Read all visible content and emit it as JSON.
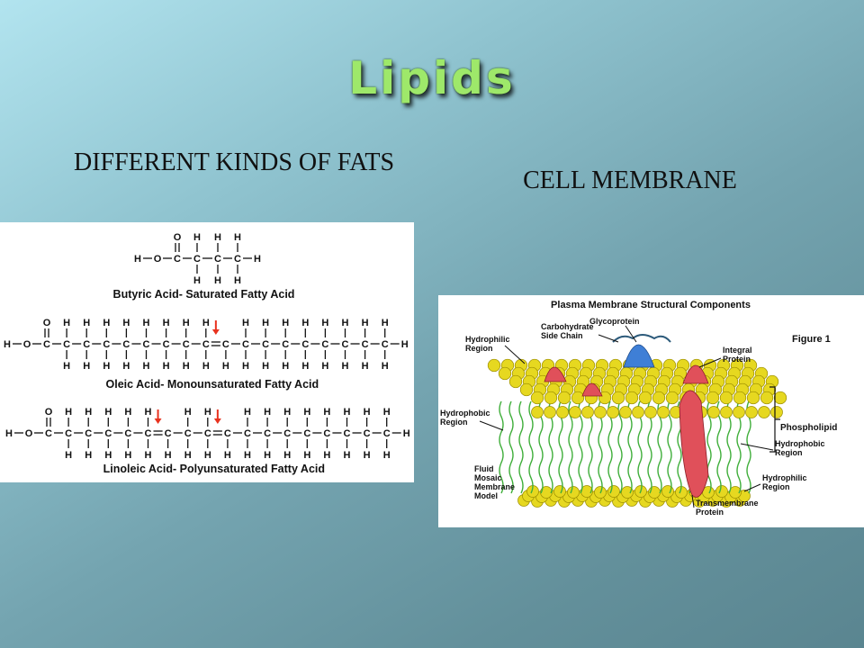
{
  "slide": {
    "title": "Lipids",
    "left_heading": "DIFFERENT KINDS OF FATS",
    "right_heading": "CELL MEMBRANE"
  },
  "fatty_acids": {
    "butyric": {
      "caption": "Butyric Acid- Saturated Fatty Acid"
    },
    "oleic": {
      "caption": "Oleic Acid- Monounsaturated Fatty Acid"
    },
    "linoleic": {
      "caption": "Linoleic Acid- Polyunsaturated Fatty Acid"
    },
    "atoms": {
      "carbon": "C",
      "hydrogen": "H",
      "oxygen": "O"
    }
  },
  "membrane": {
    "title": "Plasma Membrane Structural Components",
    "figure": "Figure 1",
    "labels": {
      "glycoprotein": "Glycoprotein",
      "carbohydrate": [
        "Carbohydrate",
        "Side Chain"
      ],
      "hydrophilic_top": [
        "Hydrophilic",
        "Region"
      ],
      "integral": [
        "Integral",
        "Protein"
      ],
      "phospholipid": "Phospholipid",
      "hydrophobic_left": [
        "Hydrophobic",
        "Region"
      ],
      "hydrophobic_right": [
        "Hydrophobic",
        "Region"
      ],
      "hydrophilic_bottom": [
        "Hydrophilic",
        "Region"
      ],
      "fluid_mosaic": [
        "Fluid",
        "Mosaic",
        "Membrane",
        "Model"
      ],
      "transmembrane": [
        "Transmembrane",
        "Protein"
      ]
    }
  },
  "colors": {
    "title": "#9ee86a",
    "arrow": "#e8321e",
    "head": "#e6d820",
    "tail": "#3fae3a",
    "protein_red": "#e0505a",
    "protein_blue": "#3f7fd6"
  }
}
